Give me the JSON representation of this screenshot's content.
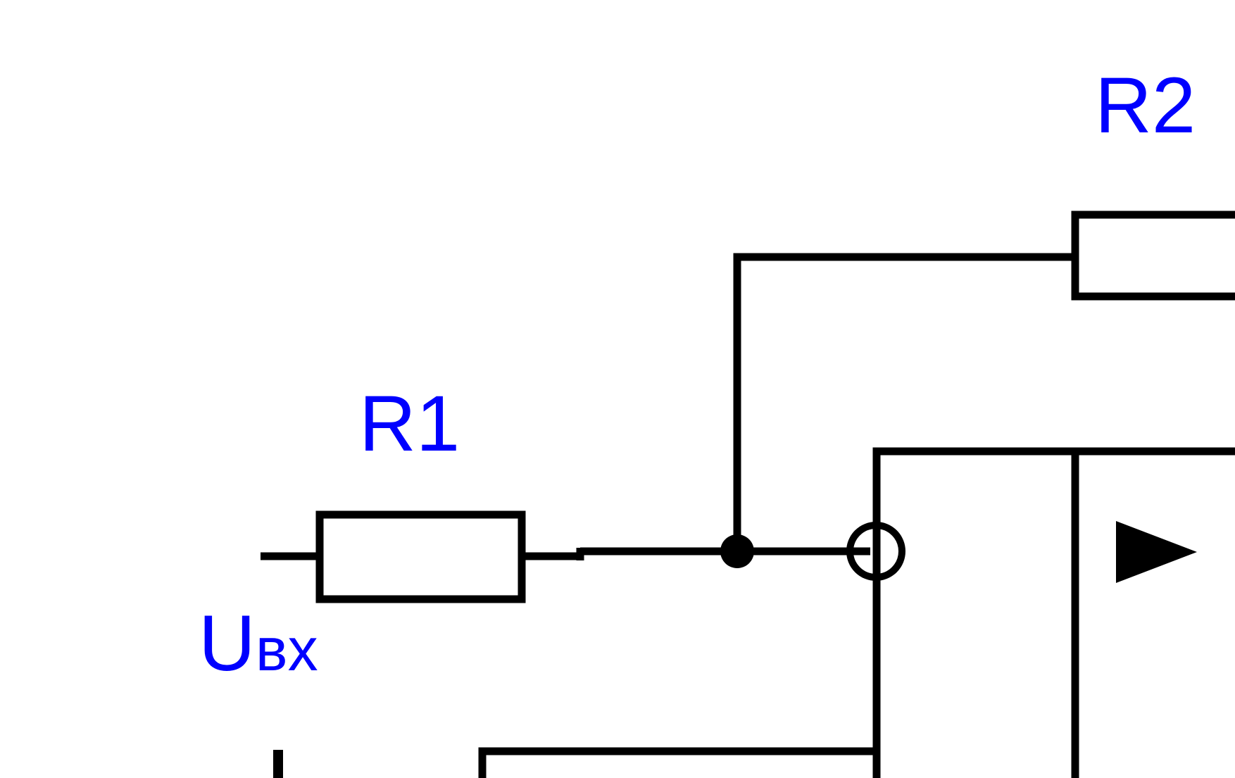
{
  "diagram": {
    "type": "circuit-schematic",
    "colors": {
      "wire": "#000000",
      "label": "#0000ff",
      "background": "#ffffff"
    },
    "labels": {
      "r1": "R1",
      "r2": "R2",
      "input_main": "U",
      "input_sub": "вх"
    },
    "components": [
      {
        "id": "R1",
        "kind": "resistor"
      },
      {
        "id": "R2",
        "kind": "resistor"
      },
      {
        "id": "opamp",
        "kind": "operational-amplifier",
        "symbol": "▷"
      }
    ],
    "nodes": [
      {
        "id": "junction",
        "kind": "filled-dot"
      },
      {
        "id": "inverting-input",
        "kind": "open-circle"
      }
    ]
  }
}
